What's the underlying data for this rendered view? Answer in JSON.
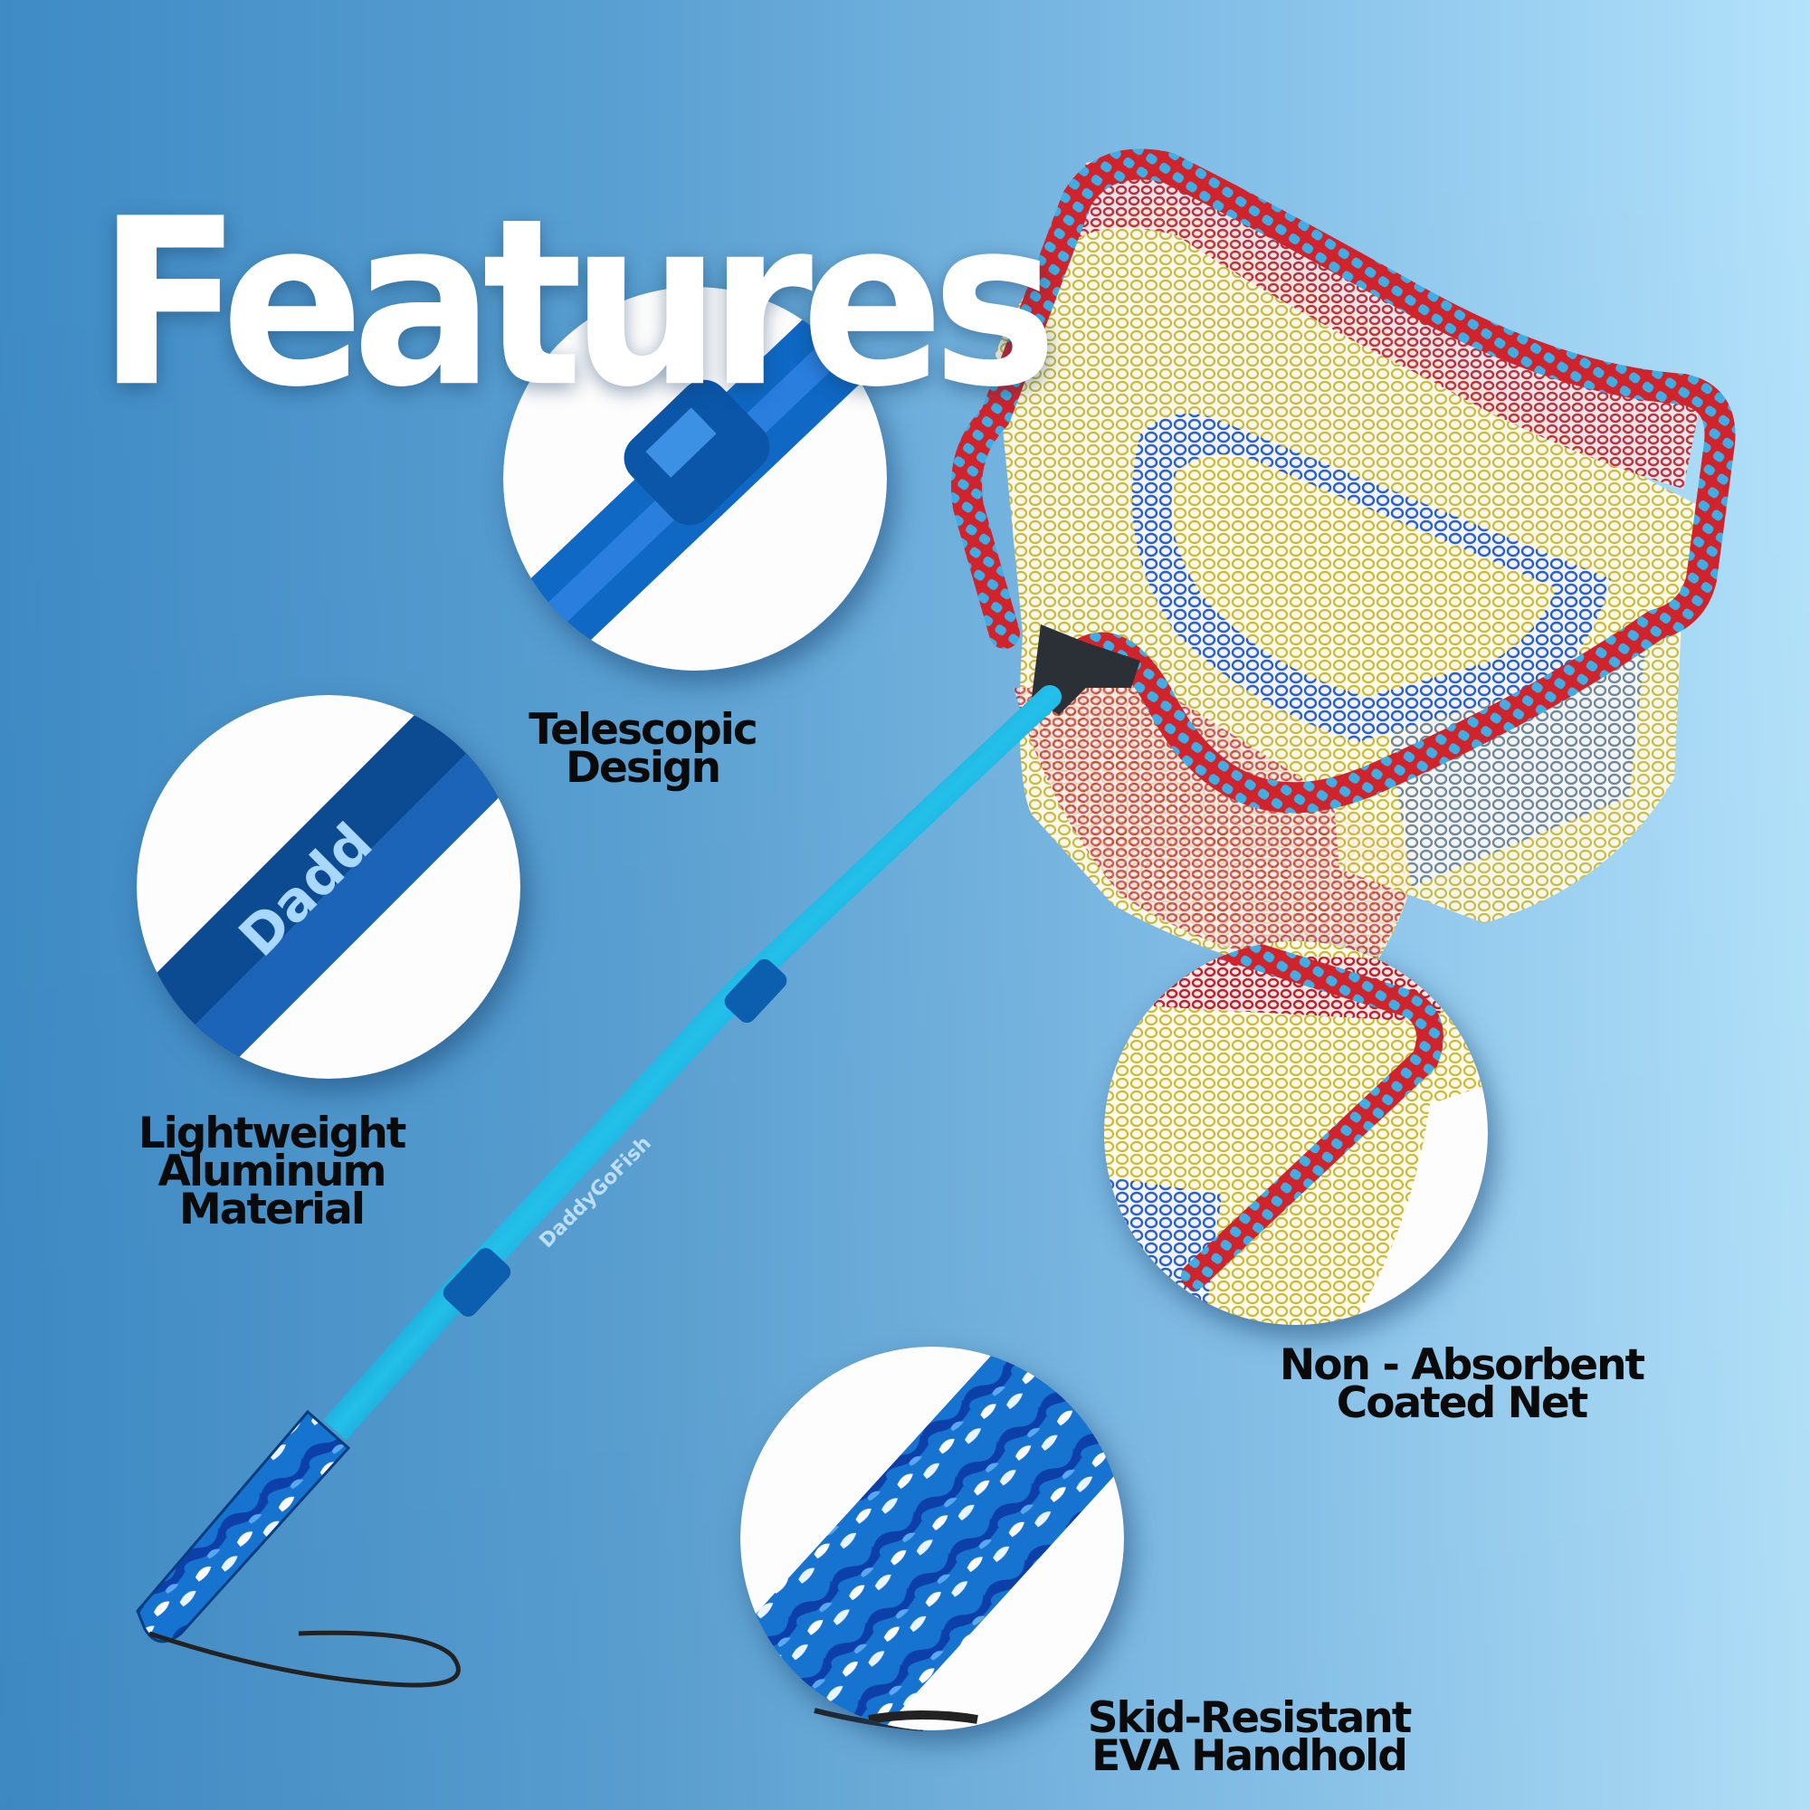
{
  "page": {
    "title": "Features",
    "background": {
      "left": "#3f8bc6",
      "mid": "#86c1e9",
      "right": "#b3e2fb"
    }
  },
  "product": {
    "name": "telescopic-fishing-net",
    "pole_logo": "DaddyGoFish",
    "colors": {
      "pole": "#1eaad8",
      "pole_dark": "#0e5fa8",
      "net_red": "#c8232c",
      "net_yellow": "#d9c648",
      "net_blue": "#2b5fd0",
      "frame_blue": "#3aa7e0",
      "grip_dark": "#0d3fa8",
      "grip_light": "#ffffff"
    }
  },
  "features": [
    {
      "id": "telescopic",
      "lines": [
        "Telescopic",
        "Design"
      ]
    },
    {
      "id": "lightweight",
      "lines": [
        "Lightweight",
        "Aluminum",
        "Material"
      ]
    },
    {
      "id": "net",
      "lines": [
        "Non - Absorbent",
        "Coated Net"
      ]
    },
    {
      "id": "grip",
      "lines": [
        "Skid-Resistant",
        "EVA Handhold"
      ]
    }
  ],
  "insets": [
    {
      "id": "telescopic",
      "subject": "pole-joint-closeup"
    },
    {
      "id": "lightweight",
      "subject": "pole-logo-closeup",
      "text": "Dadd"
    },
    {
      "id": "net",
      "subject": "net-corner-closeup"
    },
    {
      "id": "grip",
      "subject": "eva-grip-closeup"
    }
  ]
}
